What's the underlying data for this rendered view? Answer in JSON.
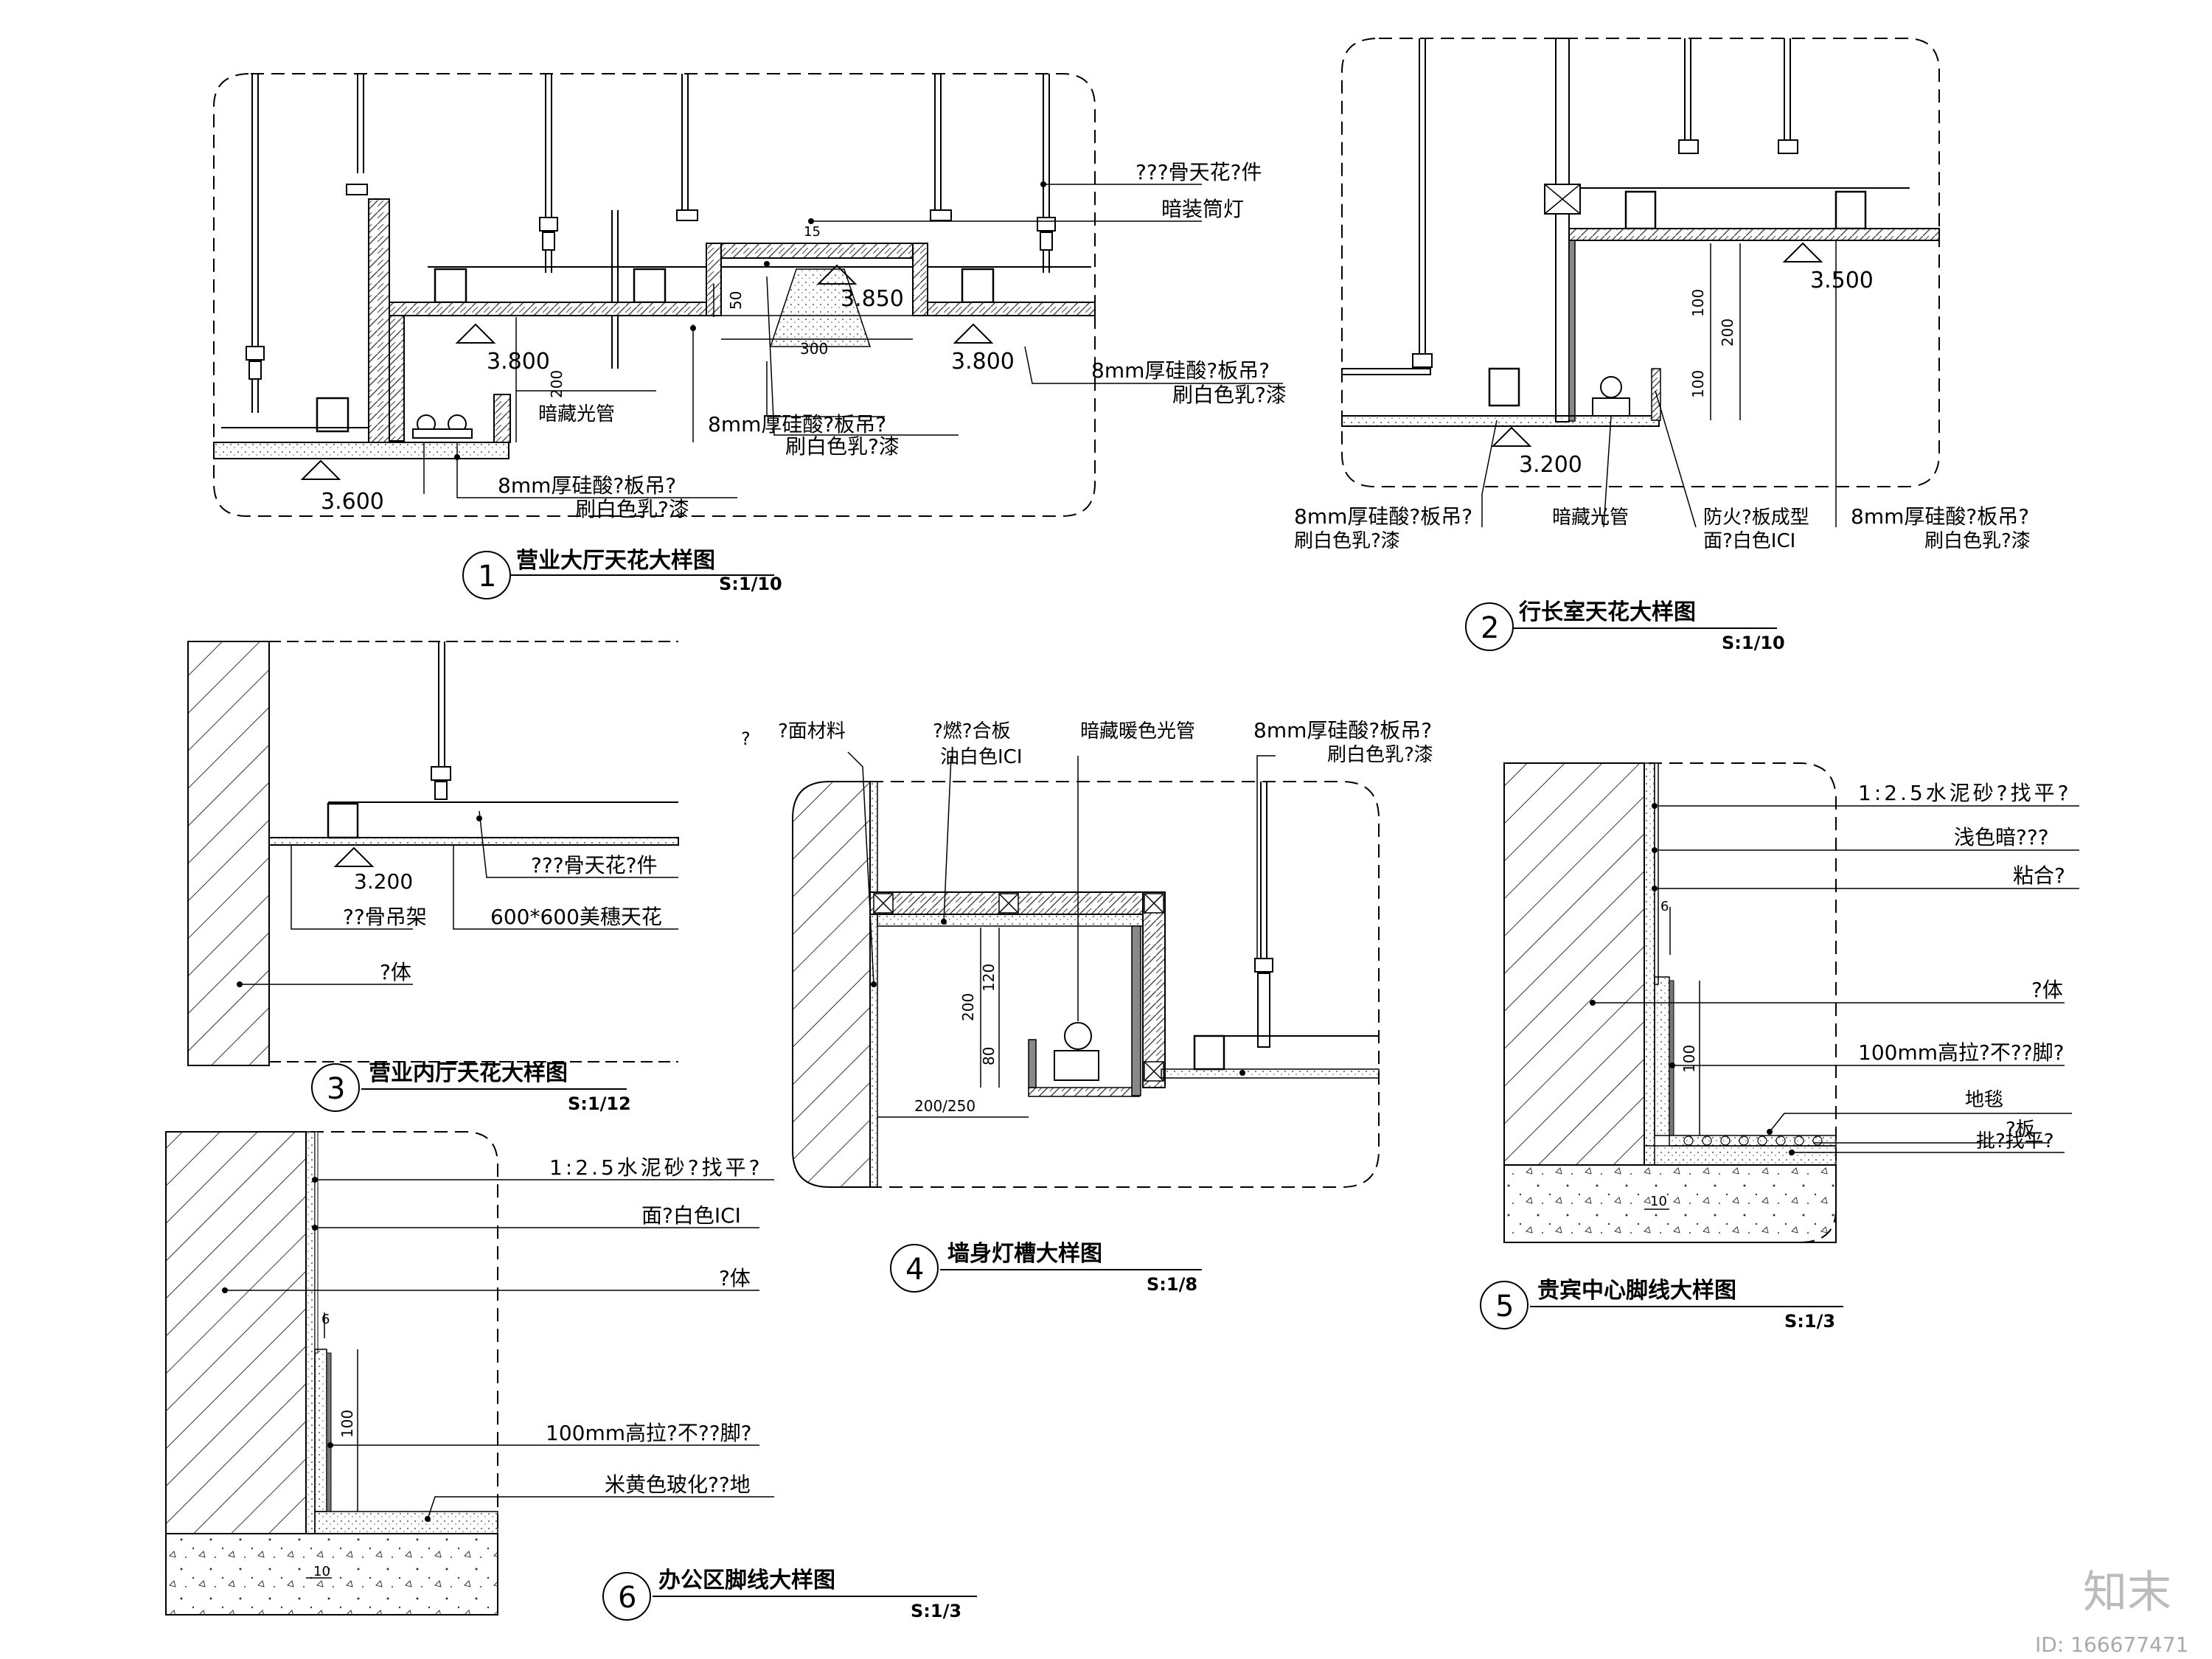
{
  "watermark": {
    "brand": "知末",
    "id": "ID: 166677471"
  },
  "d1": {
    "num": "1",
    "title": "营业大厅天花大样图",
    "scale": "S:1/10",
    "labels": {
      "keel": "???骨天花?件",
      "downlight": "暗装筒灯",
      "board_a1": "8mm厚硅酸?板吊?",
      "board_a2": "刷白色乳?漆",
      "board_b1": "8mm厚硅酸?板吊?",
      "board_b2": "刷白色乳?漆",
      "board_c1": "8mm厚硅酸?板吊?",
      "board_c2": "刷白色乳?漆",
      "tube": "暗藏光管",
      "lvl_3800a": "3.800",
      "lvl_3800b": "3.800",
      "lvl_3850": "3.850",
      "lvl_3600": "3.600",
      "dim_50": "50",
      "dim_300": "300",
      "dim_200": "200",
      "dim_15": "15"
    }
  },
  "d2": {
    "num": "2",
    "title": "行长室天花大样图",
    "scale": "S:1/10",
    "labels": {
      "board_a1": "8mm厚硅酸?板吊?",
      "board_a2": "刷白色乳?漆",
      "tube": "暗藏光管",
      "fire1": "防火?板成型",
      "fire2": "面?白色ICI",
      "board_b1": "8mm厚硅酸?板吊?",
      "board_b2": "刷白色乳?漆",
      "lvl_3500": "3.500",
      "lvl_3200": "3.200",
      "dim_100a": "100",
      "dim_200": "200",
      "dim_100b": "100"
    }
  },
  "d3": {
    "num": "3",
    "title": "营业内厅天花大样图",
    "scale": "S:1/12",
    "labels": {
      "keel": "???骨天花?件",
      "hanger": "??骨吊架",
      "ceiling": "600*600美穗天花",
      "wall": "?体",
      "lvl_3200": "3.200"
    }
  },
  "d4": {
    "num": "4",
    "title": "墙身灯槽大样图",
    "scale": "S:1/8",
    "labels": {
      "q": "?",
      "facing": "?面材料",
      "ply1": "?燃?合板",
      "ply2": "油白色ICI",
      "tube": "暗藏暖色光管",
      "board1": "8mm厚硅酸?板吊?",
      "board2": "刷白色乳?漆",
      "dim_120": "120",
      "dim_200": "200",
      "dim_80": "80",
      "dim_200_250": "200/250"
    }
  },
  "d5": {
    "num": "5",
    "title": "贵宾中心脚线大样图",
    "scale": "S:1/3",
    "labels": {
      "mortar": "1:2.5水泥砂?找平?",
      "dark": "浅色暗???",
      "glue": "粘合?",
      "wall": "?体",
      "skirting": "100mm高拉?不??脚?",
      "carpet": "地毯",
      "board": "?板",
      "putty": "批?找平?",
      "dim_6": "6",
      "dim_100": "100",
      "dim_10": "10"
    }
  },
  "d6": {
    "num": "6",
    "title": "办公区脚线大样图",
    "scale": "S:1/3",
    "labels": {
      "mortar": "1:2.5水泥砂?找平?",
      "paint": "面?白色ICI",
      "wall": "?体",
      "skirting": "100mm高拉?不??脚?",
      "tile": "米黄色玻化??地",
      "dim_6": "6",
      "dim_100": "100",
      "dim_10": "10"
    }
  }
}
